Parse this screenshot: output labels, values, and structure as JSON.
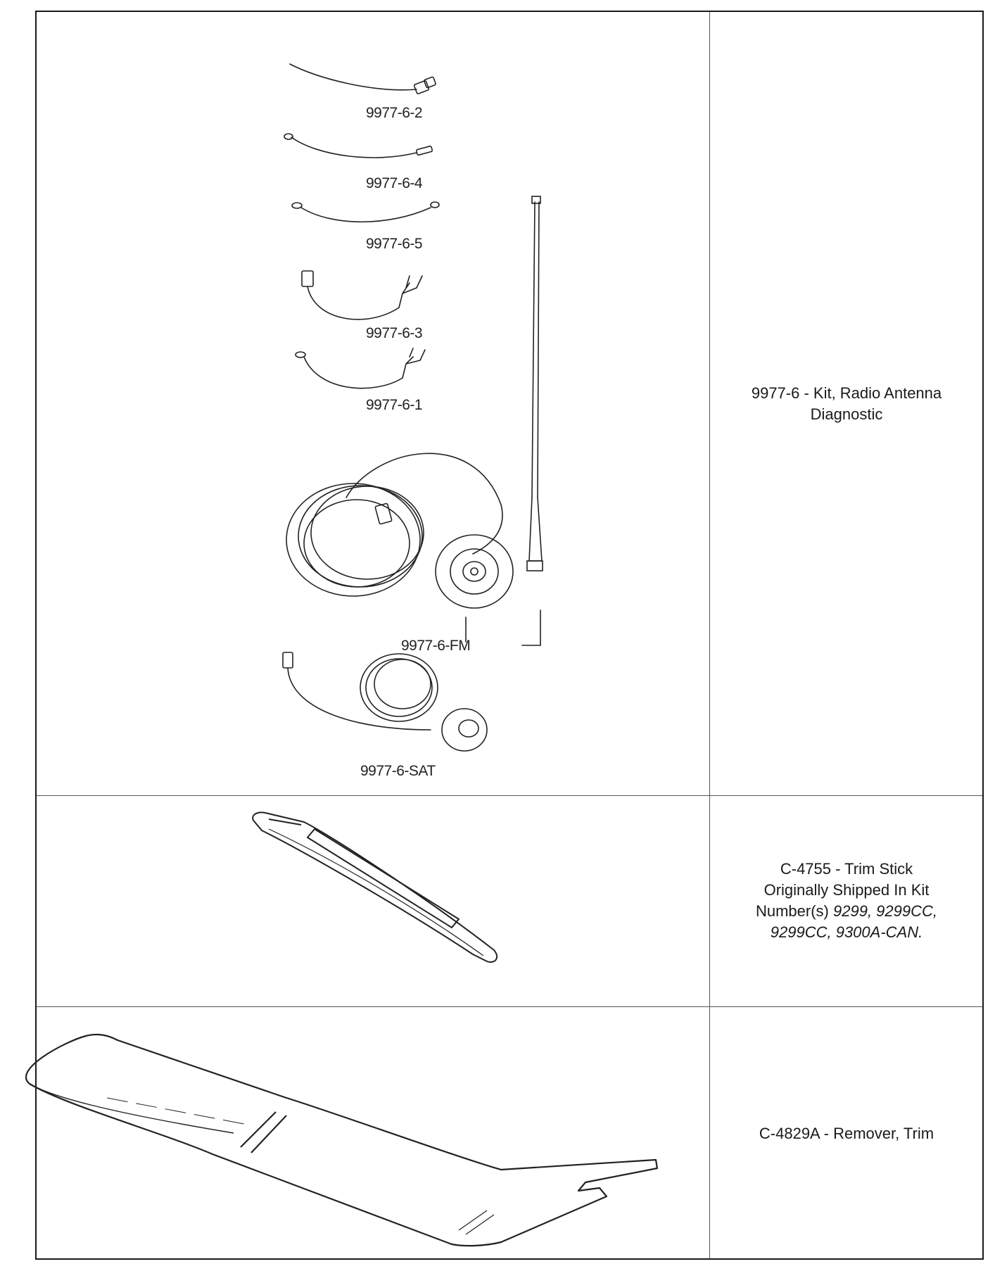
{
  "rows": [
    {
      "parts": [
        "9977-6-2",
        "9977-6-4",
        "9977-6-5",
        "9977-6-3",
        "9977-6-1",
        "9977-6-FM",
        "9977-6-SAT"
      ],
      "description": {
        "line1": "9977-6 - Kit, Radio Antenna",
        "line2": "Diagnostic"
      }
    },
    {
      "description": {
        "line1": "C-4755 - Trim Stick",
        "line2": "Originally Shipped In Kit",
        "line3_prefix": "Number(s) ",
        "line3_italic": "9299, 9299CC,",
        "line4_italic": "9299CC, 9300A-CAN."
      }
    },
    {
      "description": {
        "line1": "C-4829A - Remover, Trim"
      }
    }
  ]
}
